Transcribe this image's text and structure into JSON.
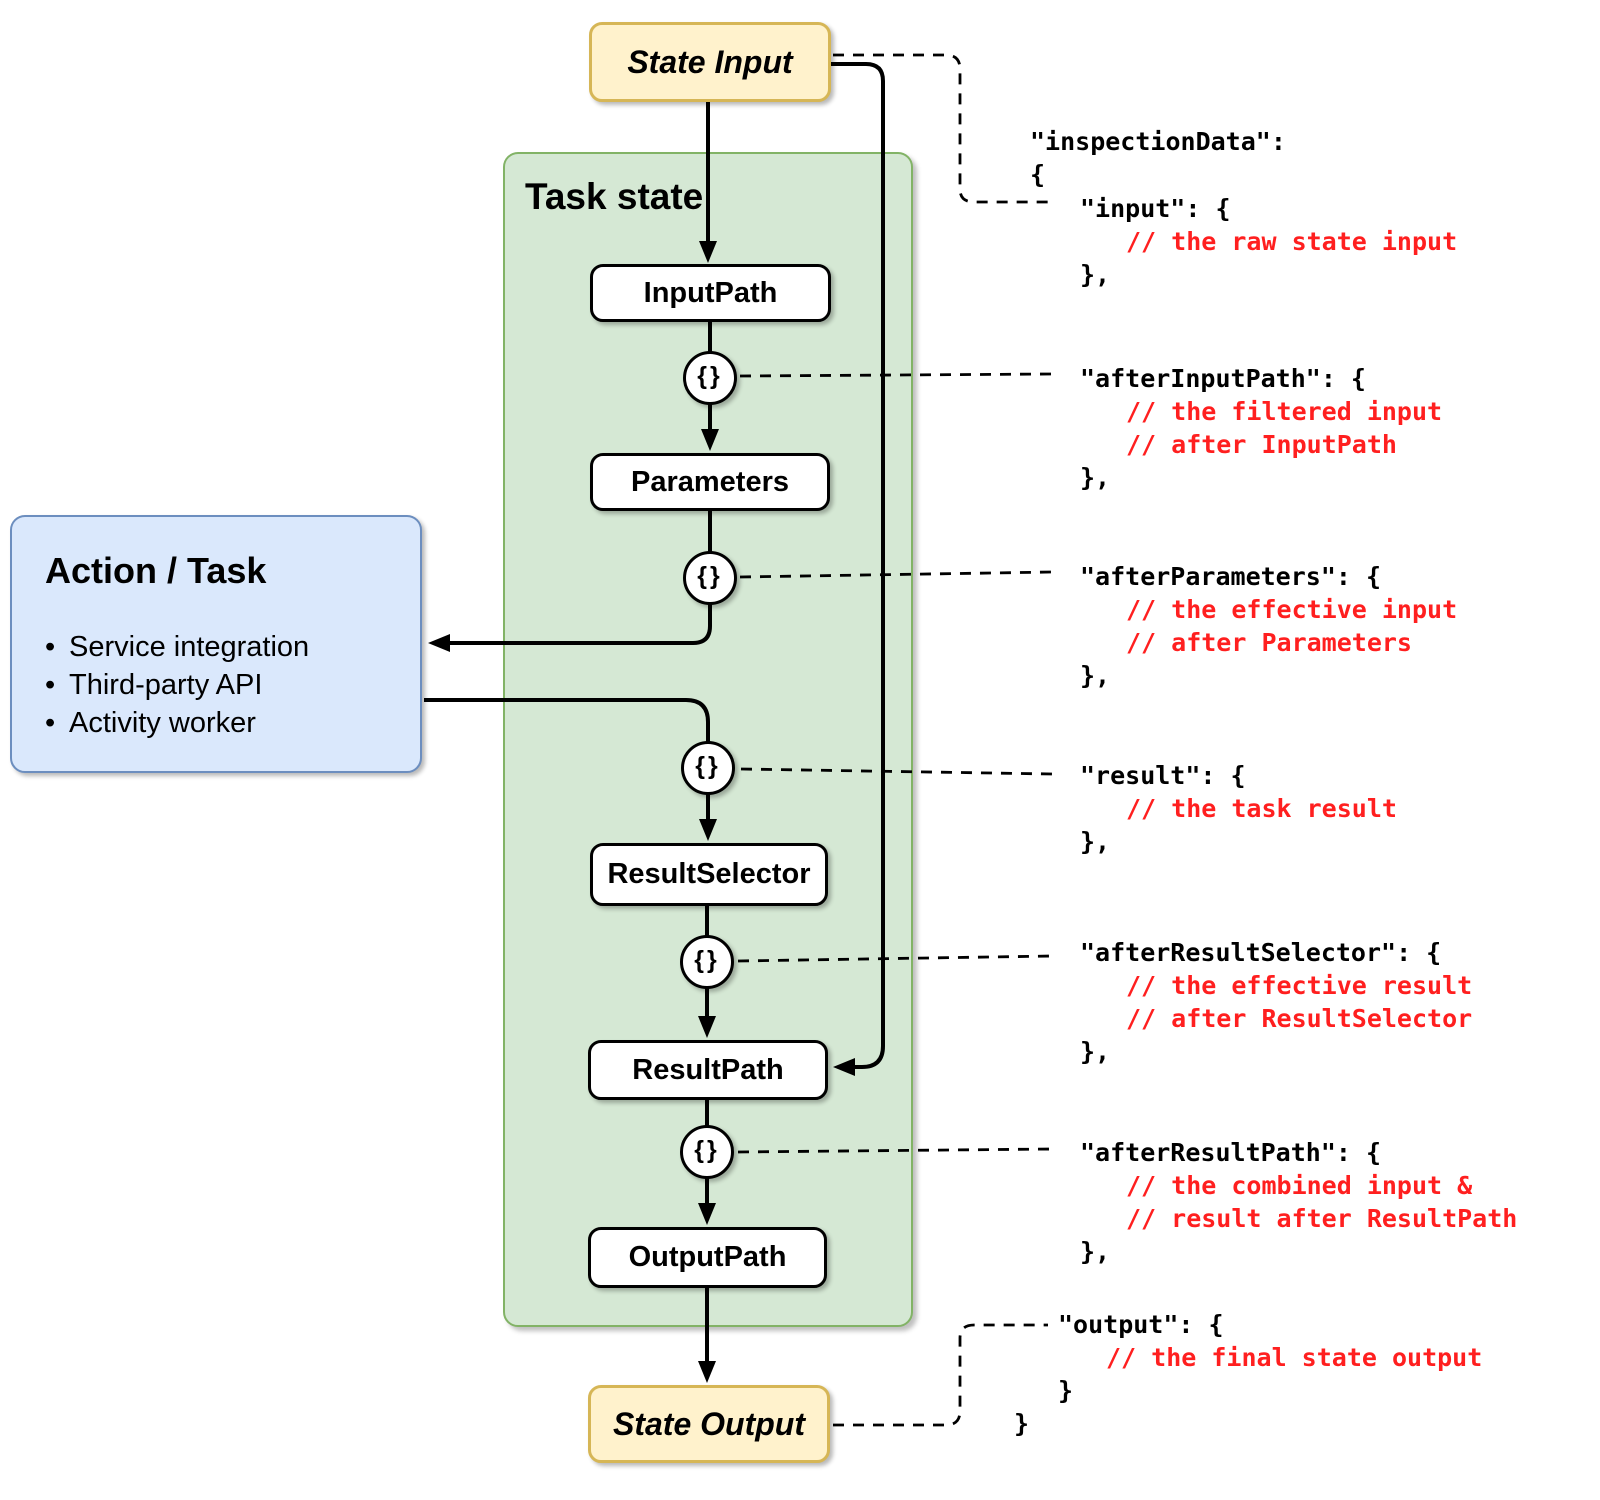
{
  "diagram": {
    "state_input_label": "State Input",
    "task_state_label": "Task state",
    "nodes": [
      "InputPath",
      "Parameters",
      "ResultSelector",
      "ResultPath",
      "OutputPath"
    ],
    "brace_symbol": "{}",
    "action_task": {
      "title": "Action / Task",
      "bullets": [
        "Service integration",
        "Third-party API",
        "Activity worker"
      ],
      "bullet_char": "•"
    },
    "state_output_label": "State Output"
  },
  "code": {
    "lines": [
      {
        "text": "\"inspectionData\":",
        "type": "key"
      },
      {
        "text": "{",
        "type": "key"
      },
      {
        "text": "\"input\": {",
        "type": "key"
      },
      {
        "text": "// the raw state input",
        "type": "comment"
      },
      {
        "text": "},",
        "type": "key"
      },
      {
        "text": "\"afterInputPath\": {",
        "type": "key"
      },
      {
        "text": "// the filtered input",
        "type": "comment"
      },
      {
        "text": "// after InputPath",
        "type": "comment"
      },
      {
        "text": "},",
        "type": "key"
      },
      {
        "text": "\"afterParameters\": {",
        "type": "key"
      },
      {
        "text": "// the effective input",
        "type": "comment"
      },
      {
        "text": "// after Parameters",
        "type": "comment"
      },
      {
        "text": "},",
        "type": "key"
      },
      {
        "text": "\"result\": {",
        "type": "key"
      },
      {
        "text": "// the task result",
        "type": "comment"
      },
      {
        "text": "},",
        "type": "key"
      },
      {
        "text": "\"afterResultSelector\": {",
        "type": "key"
      },
      {
        "text": "// the effective result",
        "type": "comment"
      },
      {
        "text": "// after ResultSelector",
        "type": "comment"
      },
      {
        "text": "},",
        "type": "key"
      },
      {
        "text": "\"afterResultPath\": {",
        "type": "key"
      },
      {
        "text": "// the combined input &",
        "type": "comment"
      },
      {
        "text": "// result after ResultPath",
        "type": "comment"
      },
      {
        "text": "},",
        "type": "key"
      },
      {
        "text": "\"output\": {",
        "type": "key"
      },
      {
        "text": "// the final state output",
        "type": "comment"
      },
      {
        "text": "}",
        "type": "key"
      },
      {
        "text": "}",
        "type": "key"
      }
    ]
  },
  "colors": {
    "state_io_fill": "#FFF2CC",
    "state_io_border": "#D6B656",
    "task_state_fill": "#D5E8D4",
    "task_state_border": "#82B366",
    "action_fill": "#DAE8FC",
    "action_border": "#6C8EBF",
    "comment_red": "#FF1F1F",
    "line_black": "#000000"
  }
}
